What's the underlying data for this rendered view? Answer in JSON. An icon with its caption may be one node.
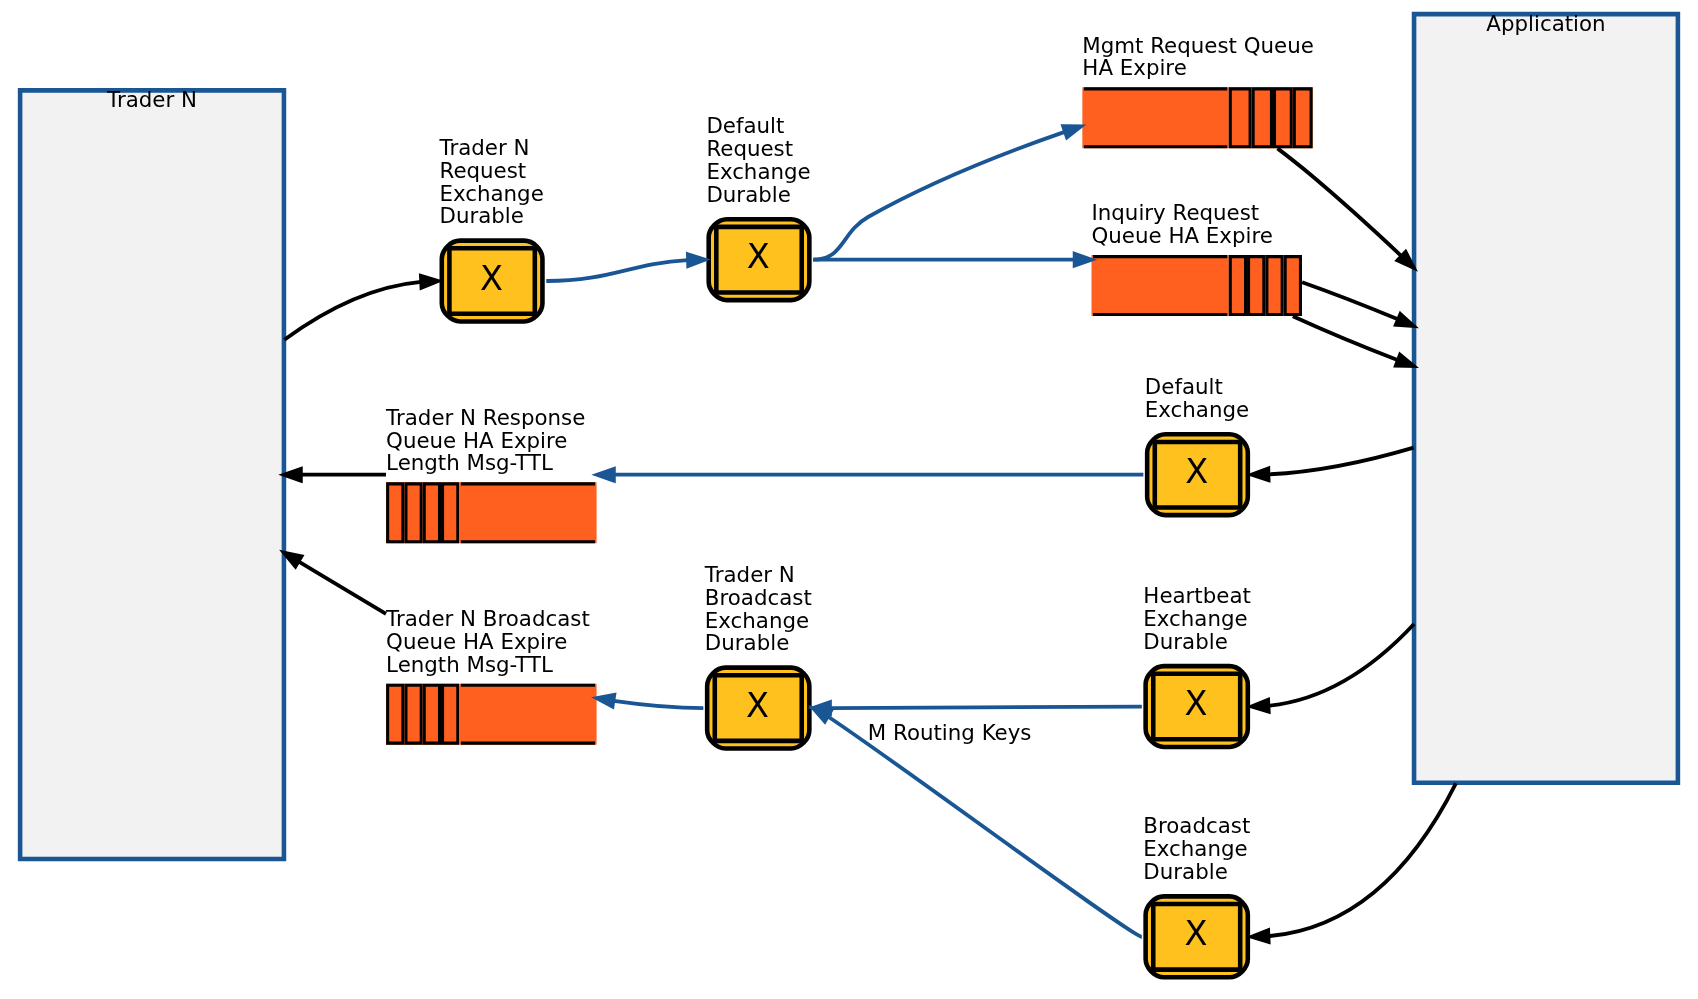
{
  "diagram": {
    "nodes": [
      {
        "text": [
          "Trader N"
        ]
      },
      {
        "text": [
          "Application"
        ]
      },
      {
        "text": [
          "X"
        ],
        "beside": [
          "Trader N Request Exchange Durable"
        ]
      },
      {
        "text": [
          "X"
        ],
        "beside": [
          "Default Request Exchange Durable"
        ]
      },
      {
        "text": [
          "Mgmt Request Queue HA Expire"
        ]
      },
      {
        "text": [
          "Inquiry Request Queue HA Expire"
        ]
      },
      {
        "text": [
          "Trader N Response Queue HA Expire Length Msg-TTL"
        ]
      },
      {
        "text": [
          "X"
        ],
        "beside": [
          "Default Exchange"
        ]
      },
      {
        "text": [
          "Trader N Broadcast Queue HA Expire Length Msg-TTL"
        ]
      },
      {
        "text": [
          "X"
        ],
        "beside": [
          "Trader N Broadcast Exchange Durable"
        ]
      },
      {
        "text": [
          "X"
        ],
        "beside": [
          "Heartbeat Exchange Durable"
        ]
      },
      {
        "text": [
          "X"
        ],
        "beside": [
          "Broadcast Exchange Durable"
        ]
      }
    ],
    "edges": [
      {
        "from": 0,
        "to": 2,
        "arrow": "to"
      },
      {
        "from": 2,
        "to": 3,
        "arrow": "to",
        "color": "#1a5694"
      },
      {
        "from": 3,
        "to": 4,
        "arrow": "to",
        "color": "#1a5694"
      },
      {
        "from": 3,
        "to": 5,
        "arrow": "to",
        "color": "#1a5694"
      },
      {
        "from": 4,
        "to": 1,
        "arrow": "to"
      },
      {
        "from": 5,
        "to": 1,
        "arrow": "to"
      },
      {
        "from": 5,
        "to": 1,
        "arrow": "to"
      },
      {
        "from": 1,
        "to": 7,
        "arrow": "to"
      },
      {
        "from": 7,
        "to": 6,
        "arrow": "to",
        "color": "#1a5694"
      },
      {
        "from": 6,
        "to": 0,
        "arrow": "to"
      },
      {
        "from": 1,
        "to": 10,
        "arrow": "to"
      },
      {
        "from": 10,
        "to": 9,
        "arrow": "to",
        "color": "#1a5694"
      },
      {
        "from": 11,
        "to": 9,
        "arrow": "to",
        "color": "#1a5694",
        "label": "M Routing Keys"
      },
      {
        "from": 1,
        "to": 11,
        "arrow": "to"
      },
      {
        "from": 9,
        "to": 8,
        "arrow": "to",
        "color": "#1a5694"
      },
      {
        "from": 8,
        "to": 0,
        "arrow": "to"
      }
    ]
  }
}
